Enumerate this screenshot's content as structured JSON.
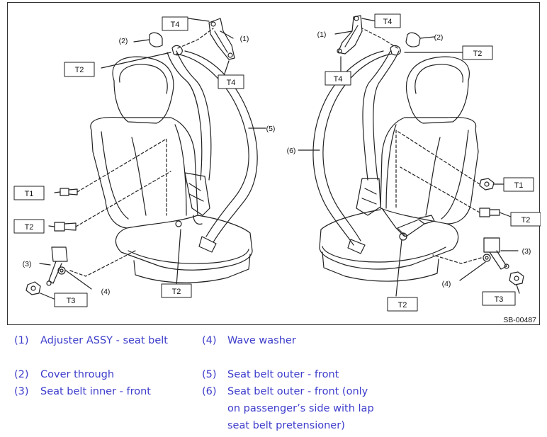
{
  "diagram": {
    "code": "SB-00487",
    "callouts": {
      "c1": "(1)",
      "c2": "(2)",
      "c3": "(3)",
      "c4": "(4)",
      "c5": "(5)",
      "c6": "(6)"
    },
    "torque_tags": {
      "t1": "T1",
      "t2": "T2",
      "t3": "T3",
      "t4": "T4"
    }
  },
  "legend": [
    {
      "num": "(1)",
      "text": "Adjuster ASSY - seat belt"
    },
    {
      "num": "(2)",
      "text": "Cover through"
    },
    {
      "num": "(3)",
      "text": "Seat belt inner - front"
    },
    {
      "num": "(4)",
      "text": "Wave washer"
    },
    {
      "num": "(5)",
      "text": "Seat belt outer - front"
    },
    {
      "num": "(6)",
      "text": "Seat belt outer - front (only"
    },
    {
      "text": "on passenger’s side with lap"
    },
    {
      "text": "seat belt pretensioner)"
    }
  ]
}
